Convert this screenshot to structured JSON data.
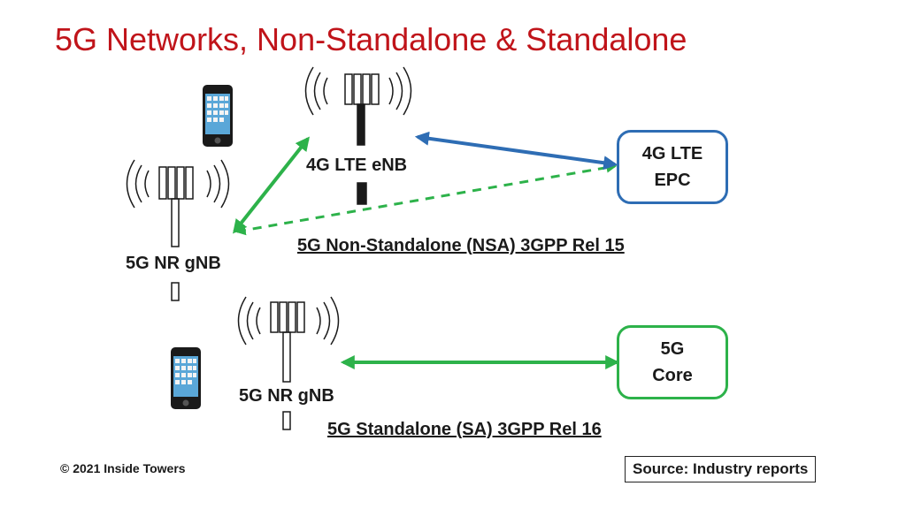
{
  "title": "5G Networks, Non-Standalone & Standalone",
  "labels": {
    "lte_enb": "4G LTE eNB",
    "nr_gnb_top": "5G NR gNB",
    "nr_gnb_bottom": "5G NR gNB",
    "nsa_caption": "5G Non-Standalone (NSA) 3GPP Rel 15",
    "sa_caption": "5G Standalone (SA) 3GPP Rel 16"
  },
  "boxes": {
    "lte_epc": [
      "4G LTE",
      "EPC"
    ],
    "core_5g": [
      "5G",
      "Core"
    ]
  },
  "footer": {
    "copyright": "© 2021 Inside Towers",
    "source": "Source: Industry reports"
  },
  "colors": {
    "title": "#c0141a",
    "green_link": "#2db24a",
    "blue_link": "#2e6db4"
  },
  "icons": [
    "smartphone-icon",
    "cell-tower-icon"
  ]
}
